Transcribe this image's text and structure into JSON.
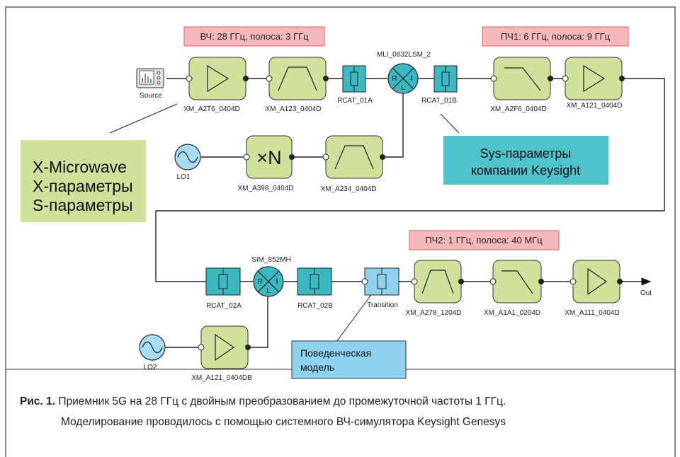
{
  "freq_labels": {
    "rf": "ВЧ: 28 ГГц, полоса: 3 ГГц",
    "if1": "ПЧ1: 6 ГГц, полоса: 9 ГГц",
    "if2": "ПЧ2: 1 ГГц, полоса: 40 МГц"
  },
  "components": {
    "source": "Source",
    "amp1": "XM_A2T6_0404D",
    "bpf1": "XM_A123_0404D",
    "rcat01a": "RCAT_01A",
    "mixer1": "MLI_0832LSM_2",
    "rcat01b": "RCAT_01B",
    "lpf1": "XM_A2F6_0404D",
    "amp2": "XM_A121_0404D",
    "lo1": "LO1",
    "mult": "XM_A398_0404D",
    "bpf2": "XM_A234_0404D",
    "rcat02a": "RCAT_02A",
    "mixer2": "SIM_852MH",
    "rcat02b": "RCAT_02B",
    "transition": "Transition",
    "bpf3": "XM_A278_1204D",
    "lpf2": "XM_A1A1_0204D",
    "amp3": "XM_A111_0404D",
    "out": "Out",
    "lo2": "LO2",
    "amp4": "XM_A121_0404DB"
  },
  "symbols": {
    "mult": "×N",
    "mixer_r": "R",
    "mixer_i": "I",
    "mixer_l": "L"
  },
  "callouts": {
    "xmicrowave": [
      "X-Microwave",
      "X-параметры",
      "S-параметры"
    ],
    "sys": [
      "Sys-параметры",
      "компании Keysight"
    ],
    "behavioral": [
      "Поведенческая",
      "модель"
    ]
  },
  "caption": {
    "label": "Рис. 1.",
    "line1": " Приемник 5G на 28 ГГц с двойным преобразованием до промежуточной частоты 1 ГГц.",
    "line2": "Моделирование проводилось с помощью системного ВЧ-симулятора Keysight Genesys"
  },
  "colors": {
    "block_green": "#cfe19a",
    "block_teal": "#3cb8c2",
    "block_lightblue": "#8fd3f0",
    "freq_box_fill": "#f6b9b9",
    "freq_box_border": "#e06060",
    "callout_sys": "#4fc3cb"
  }
}
